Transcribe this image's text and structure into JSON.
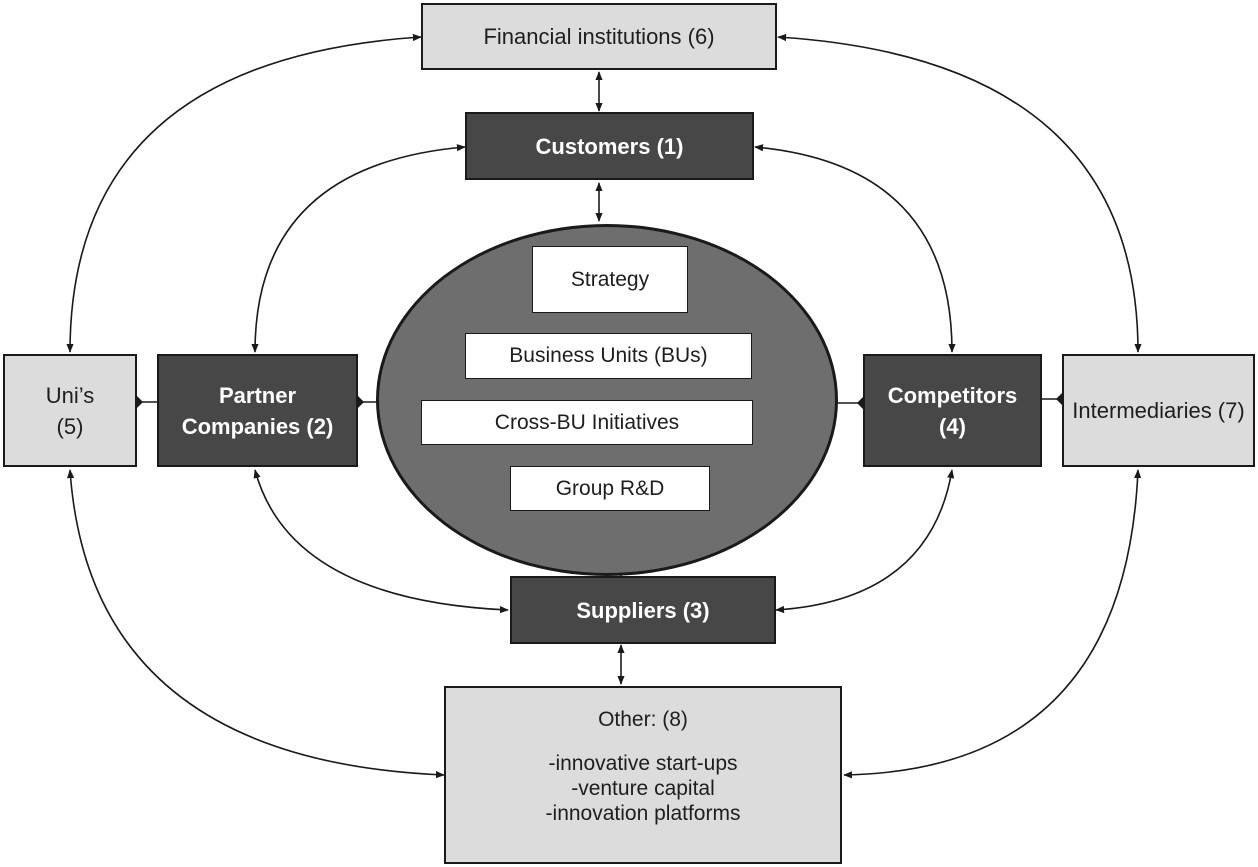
{
  "nodes": {
    "financial": "Financial institutions (6)",
    "customers": "Customers (1)",
    "unis": [
      "Uni’s",
      "(5)"
    ],
    "partners": [
      "Partner",
      "Companies (2)"
    ],
    "competitors": [
      "Competitors",
      "(4)"
    ],
    "intermediaries": "Intermediaries (7)",
    "suppliers": "Suppliers (3)",
    "other": {
      "title": "Other: (8)",
      "items": [
        "-innovative start-ups",
        "-venture capital",
        "-innovation platforms"
      ]
    }
  },
  "core": {
    "items": [
      "Strategy",
      "Business Units (BUs)",
      "Cross-BU Initiatives",
      "Group R&D"
    ]
  },
  "colors": {
    "dark_box": "#474747",
    "light_box": "#dcdcdc",
    "core_fill": "#6e6e6e",
    "line": "#1a1a1a"
  }
}
